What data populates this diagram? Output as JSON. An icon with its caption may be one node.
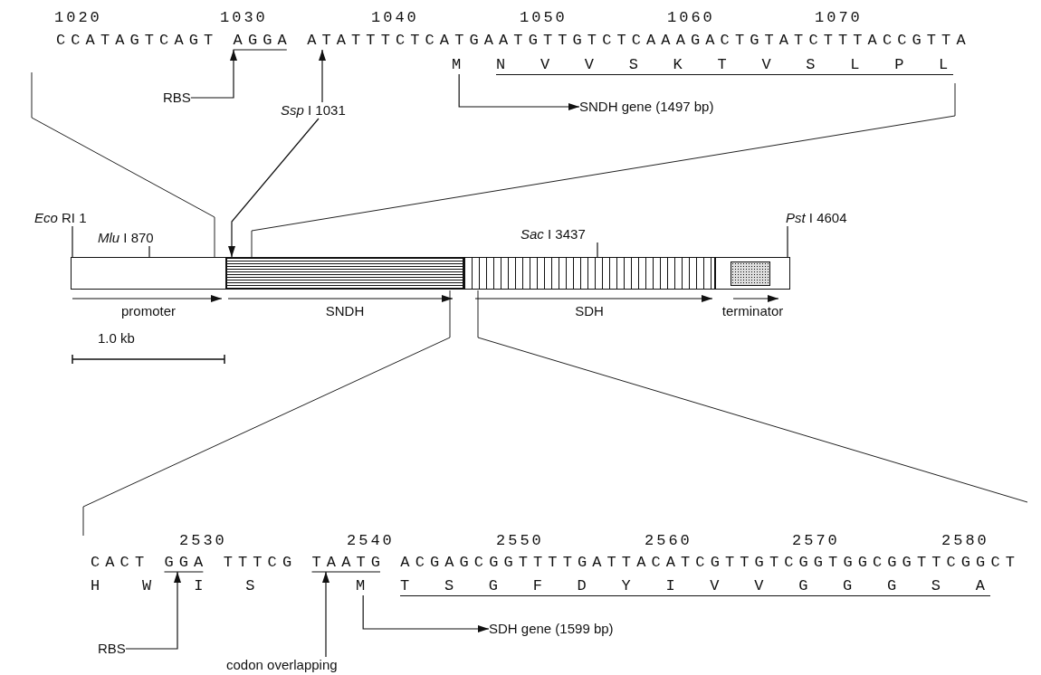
{
  "diagram": {
    "nodes": [
      {
        "text": [
          "RBS"
        ]
      },
      {
        "text": [
          "*Ssp* I 1031"
        ]
      },
      {
        "text": [
          "M"
        ]
      },
      {
        "text": [
          "SNDH gene (1497 bp)"
        ]
      },
      {
        "text": [
          "*Eco* RI 1"
        ]
      },
      {
        "text": [
          "*Mlu* I 870"
        ]
      },
      {
        "text": [
          "*Sac* I 3437"
        ]
      },
      {
        "text": [
          "*Pst* I 4604"
        ]
      },
      {
        "text": [],
        "shape": "box",
        "beside": [
          "promoter"
        ]
      },
      {
        "text": [],
        "shape": "box",
        "beside": [
          "SNDH"
        ]
      },
      {
        "text": [],
        "shape": "box",
        "beside": [
          "SDH"
        ]
      },
      {
        "text": [],
        "shape": "box",
        "beside": [
          "terminator"
        ]
      },
      {
        "text": [
          "M"
        ]
      },
      {
        "text": [
          "SDH gene (1599 bp)"
        ]
      },
      {
        "text": [
          "RBS"
        ]
      },
      {
        "text": [
          "codon overlapping"
        ]
      },
      {
        "text": [
          "CCATAGTCAGT AGGA ATATTTCTCATGAATGTTGTCTCAAAGACTGTATCTTTACCGTTA"
        ]
      },
      {
        "text": [
          "CACT GGA TTTCG TAATG ACGAGCGGTTTTGATTACATCGTTGTCGGTGGCGGTTCGGCT"
        ]
      }
    ],
    "edges": [
      {
        "from": 0,
        "to": 16,
        "arrow": "to"
      },
      {
        "from": 1,
        "to": 16,
        "arrow": "to"
      },
      {
        "from": 2,
        "to": 3,
        "arrow": "to"
      },
      {
        "from": 4,
        "to": 8,
        "arrow": "none"
      },
      {
        "from": 5,
        "to": 8,
        "arrow": "none"
      },
      {
        "from": 1,
        "to": 9,
        "arrow": "to"
      },
      {
        "from": 6,
        "to": 10,
        "arrow": "none"
      },
      {
        "from": 7,
        "to": 11,
        "arrow": "none"
      },
      {
        "from": 12,
        "to": 13,
        "arrow": "to"
      },
      {
        "from": 14,
        "to": 17,
        "arrow": "to"
      },
      {
        "from": 15,
        "to": 17,
        "arrow": "to"
      }
    ],
    "labels": [
      "1020",
      "1030",
      "1040",
      "1050",
      "1060",
      "1070",
      "N V V S K T V S L P L",
      "1.0 kb",
      "2530",
      "2540",
      "2550",
      "2560",
      "2570",
      "2580",
      "H W I S",
      "T S G F D Y I V V G G G S A"
    ]
  }
}
